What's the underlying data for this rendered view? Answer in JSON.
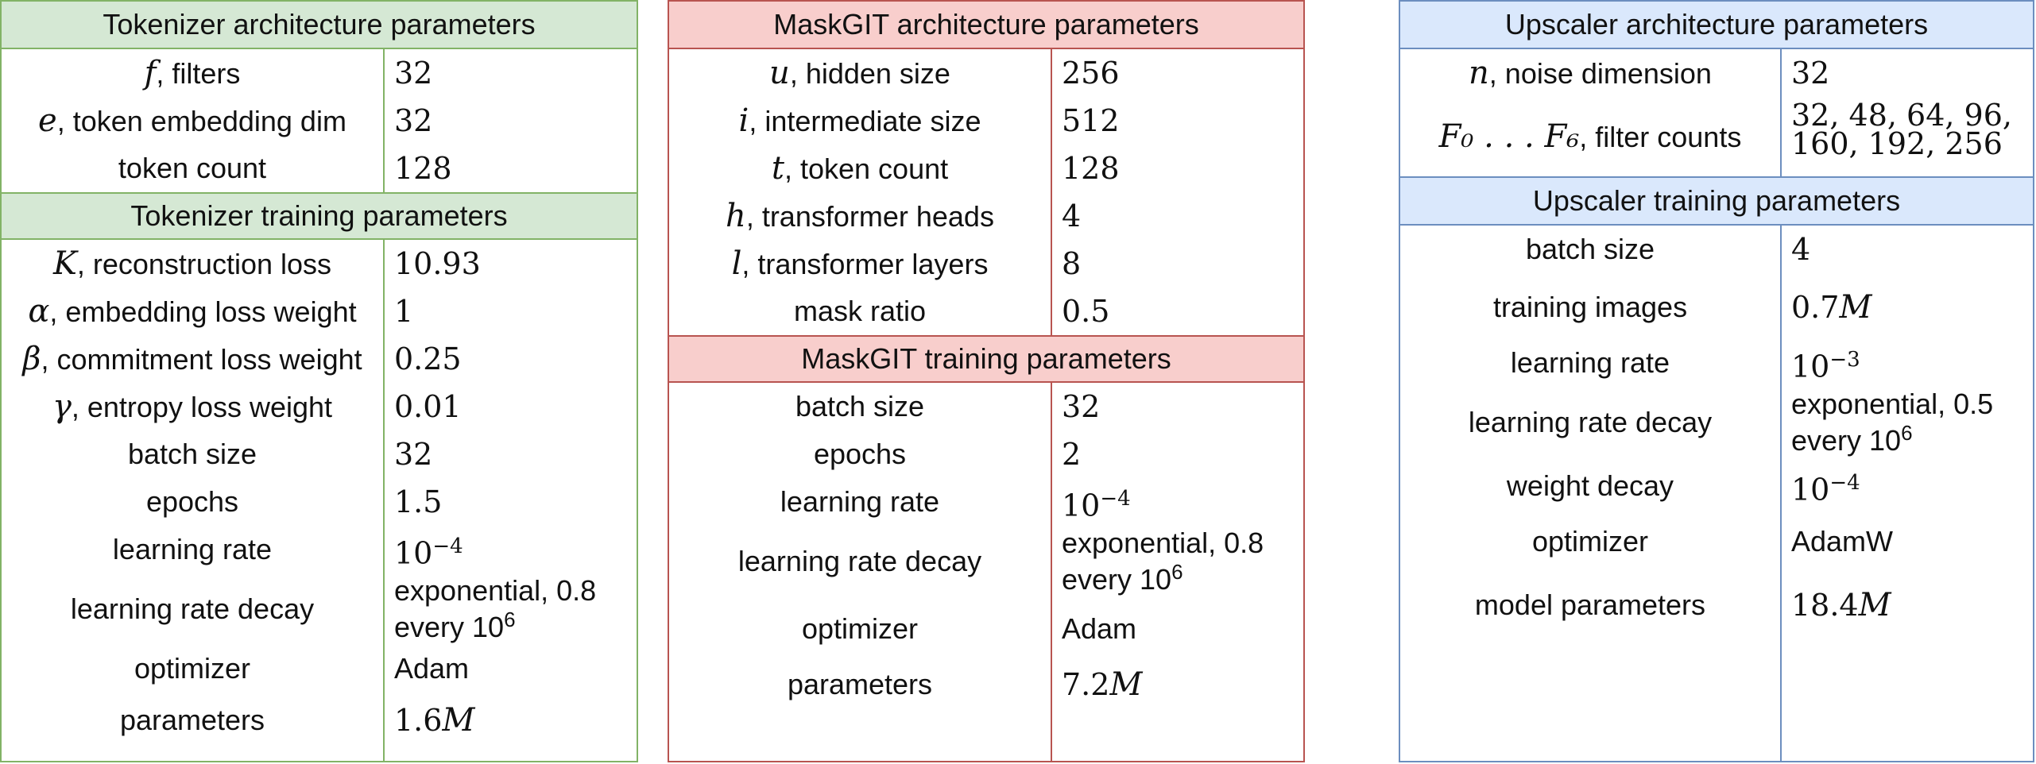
{
  "tokenizer": {
    "arch_title": "Tokenizer architecture parameters",
    "arch_rows": [
      {
        "sym": "f",
        "label": ", filters",
        "value": "32"
      },
      {
        "sym": "e",
        "label": ", token embedding dim",
        "value": "32"
      },
      {
        "sym": "",
        "label": "token count",
        "value": "128"
      }
    ],
    "train_title": "Tokenizer training parameters",
    "train_rows": [
      {
        "sym": "K",
        "label": ", reconstruction loss",
        "value": "10.93"
      },
      {
        "sym": "α",
        "label": ", embedding loss weight",
        "value": "1"
      },
      {
        "sym": "β",
        "label": ", commitment loss weight",
        "value": "0.25"
      },
      {
        "sym": "γ",
        "label": ", entropy loss weight",
        "value": "0.01"
      },
      {
        "sym": "",
        "label": "batch size",
        "value": "32"
      },
      {
        "sym": "",
        "label": "epochs",
        "value": "1.5"
      },
      {
        "sym": "",
        "label": "learning rate",
        "value": "10",
        "exp": "−4"
      },
      {
        "sym": "",
        "label": "learning rate decay",
        "value": "exponential, 0.8",
        "value2": "every 10",
        "exp2": "6"
      },
      {
        "sym": "",
        "label": "optimizer",
        "value": "Adam"
      },
      {
        "sym": "",
        "label": "parameters",
        "value": "1.6",
        "unit": "M"
      }
    ]
  },
  "maskgit": {
    "arch_title": "MaskGIT architecture parameters",
    "arch_rows": [
      {
        "sym": "u",
        "label": ", hidden size",
        "value": "256"
      },
      {
        "sym": "i",
        "label": ", intermediate size",
        "value": "512"
      },
      {
        "sym": "t",
        "label": ", token count",
        "value": "128"
      },
      {
        "sym": "h",
        "label": ", transformer heads",
        "value": "4"
      },
      {
        "sym": "l",
        "label": ", transformer layers",
        "value": "8"
      },
      {
        "sym": "",
        "label": "mask ratio",
        "value": "0.5"
      }
    ],
    "train_title": "MaskGIT training parameters",
    "train_rows": [
      {
        "sym": "",
        "label": "batch size",
        "value": "32"
      },
      {
        "sym": "",
        "label": "epochs",
        "value": "2"
      },
      {
        "sym": "",
        "label": "learning rate",
        "value": "10",
        "exp": "−4"
      },
      {
        "sym": "",
        "label": "learning rate decay",
        "value": "exponential, 0.8",
        "value2": "every 10",
        "exp2": "6"
      },
      {
        "sym": "",
        "label": "optimizer",
        "value": "Adam"
      },
      {
        "sym": "",
        "label": "parameters",
        "value": "7.2",
        "unit": "M"
      }
    ]
  },
  "upscaler": {
    "arch_title": "Upscaler architecture parameters",
    "arch_rows": [
      {
        "sym": "n",
        "label": ", noise dimension",
        "value": "32"
      },
      {
        "sym": "F₀ . . . F₆",
        "label": ", filter counts",
        "value": "32, 48, 64, 96,",
        "value2": "160, 192, 256"
      }
    ],
    "train_title": "Upscaler training parameters",
    "train_rows": [
      {
        "sym": "",
        "label": "batch size",
        "value": "4"
      },
      {
        "sym": "",
        "label": "training images",
        "value": "0.7",
        "unit": "M"
      },
      {
        "sym": "",
        "label": "learning rate",
        "value": "10",
        "exp": "−3"
      },
      {
        "sym": "",
        "label": "learning rate decay",
        "value": "exponential, 0.5",
        "value2": "every 10",
        "exp2": "6"
      },
      {
        "sym": "",
        "label": "weight decay",
        "value": "10",
        "exp": "−4"
      },
      {
        "sym": "",
        "label": "optimizer",
        "value": "AdamW"
      },
      {
        "sym": "",
        "label": "model parameters",
        "value": "18.4",
        "unit": "M"
      }
    ]
  }
}
